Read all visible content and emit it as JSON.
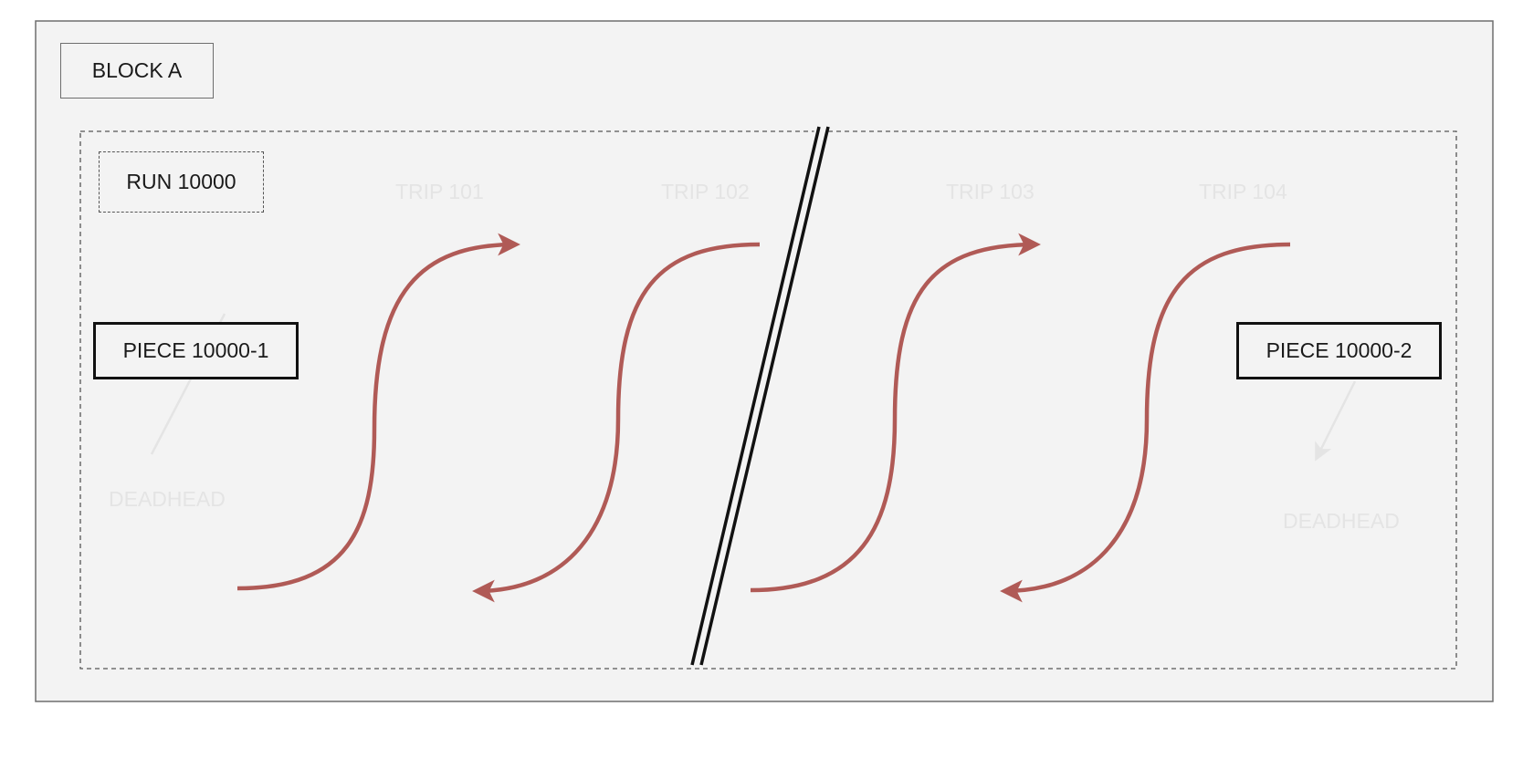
{
  "block": {
    "label": "BLOCK A"
  },
  "run": {
    "label": "RUN 10000"
  },
  "pieces": [
    {
      "label": "PIECE 10000-1"
    },
    {
      "label": "PIECE 10000-2"
    }
  ],
  "trips": [
    {
      "label": "TRIP 101",
      "direction": "outbound"
    },
    {
      "label": "TRIP 102",
      "direction": "inbound"
    },
    {
      "label": "TRIP 103",
      "direction": "outbound"
    },
    {
      "label": "TRIP 104",
      "direction": "inbound"
    }
  ],
  "deadheads": [
    {
      "label": "DEADHEAD"
    },
    {
      "label": "DEADHEAD"
    }
  ],
  "colors": {
    "trip_arrow": "#b05a56",
    "background": "#f3f3f3",
    "border": "#6e6e6e",
    "faded_text": "#e4e4e4",
    "break_line": "#111111"
  }
}
